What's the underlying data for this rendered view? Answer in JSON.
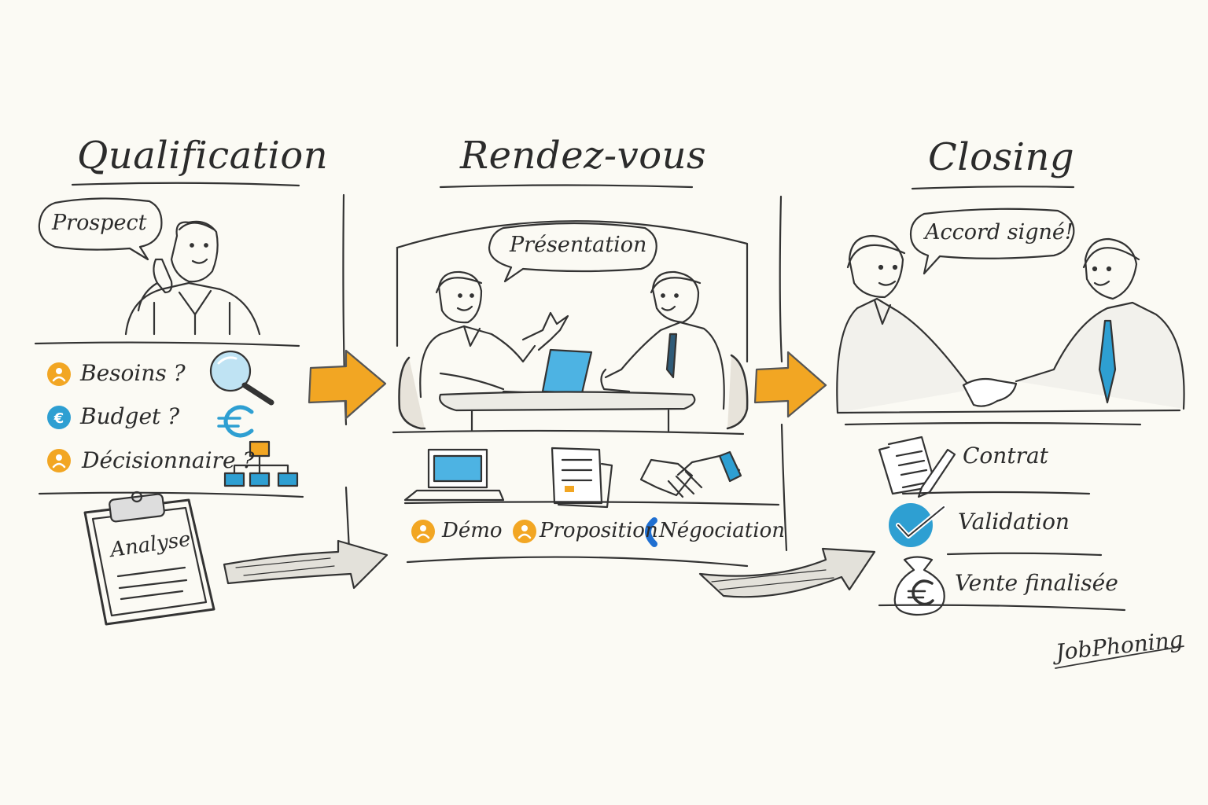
{
  "stages": [
    {
      "title": "Qualification",
      "bubble": "Prospect",
      "questions": [
        "Besoins ?",
        "Budget ?",
        "Décisionnaire ?"
      ],
      "clipboard_label": "Analyse"
    },
    {
      "title": "Rendez-vous",
      "bubble": "Présentation",
      "steps": [
        "Démo",
        "Proposition",
        "Négociation"
      ]
    },
    {
      "title": "Closing",
      "bubble": "Accord signé!",
      "results": [
        "Contrat",
        "Validation",
        "Vente finalisée"
      ]
    }
  ],
  "signature": "JobPhoning",
  "colors": {
    "orange": "#f2a623",
    "blue": "#2e9fd2",
    "ink": "#2b2b2b",
    "background": "#fbfaf4"
  },
  "icons": [
    "phone-icon",
    "magnifier-icon",
    "euro-icon",
    "org-chart-icon",
    "clipboard-icon",
    "laptop-icon",
    "document-icon",
    "handshake-icon",
    "contract-pen-icon",
    "checkmark-icon",
    "money-bag-icon"
  ]
}
